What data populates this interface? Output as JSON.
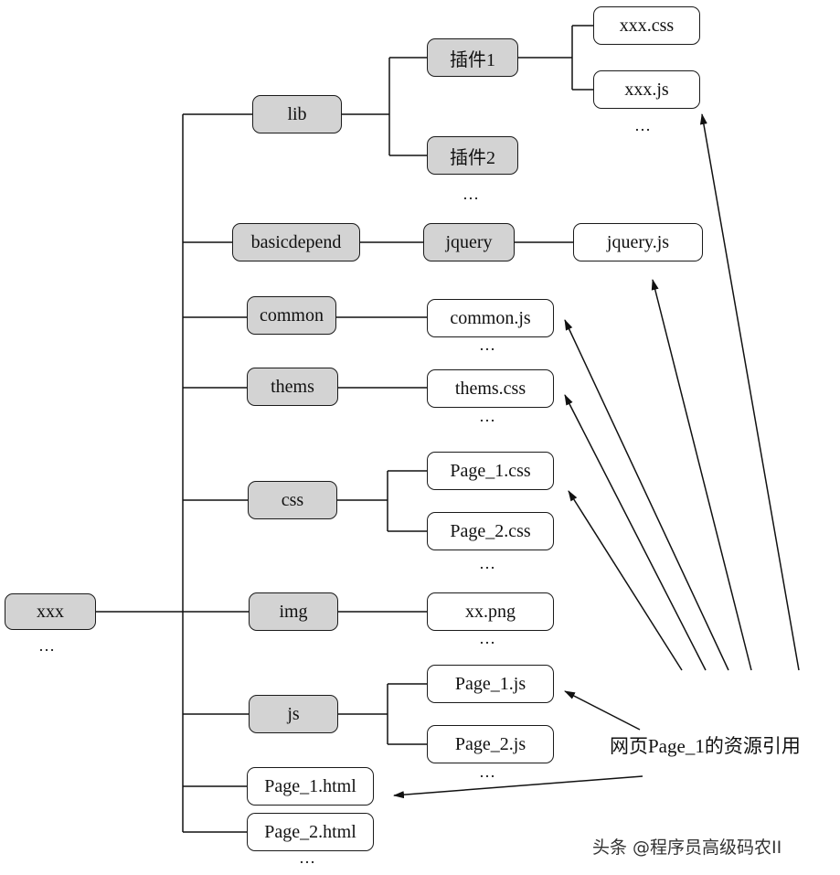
{
  "nodes": {
    "root": "xxx",
    "lib": "lib",
    "plugin1": "插件1",
    "plugin2": "插件2",
    "xxx_css": "xxx.css",
    "xxx_js": "xxx.js",
    "basicdepend": "basicdepend",
    "jquery_folder": "jquery",
    "jquery_js": "jquery.js",
    "common": "common",
    "common_js": "common.js",
    "thems": "thems",
    "thems_css": "thems.css",
    "css": "css",
    "page1_css": "Page_1.css",
    "page2_css": "Page_2.css",
    "img": "img",
    "xx_png": "xx.png",
    "js": "js",
    "page1_js": "Page_1.js",
    "page2_js": "Page_2.js",
    "page1_html": "Page_1.html",
    "page2_html": "Page_2.html"
  },
  "ellipsis": "…",
  "annotation": "网页Page_1的资源引用",
  "watermark": "头条 @程序员高级码农II"
}
